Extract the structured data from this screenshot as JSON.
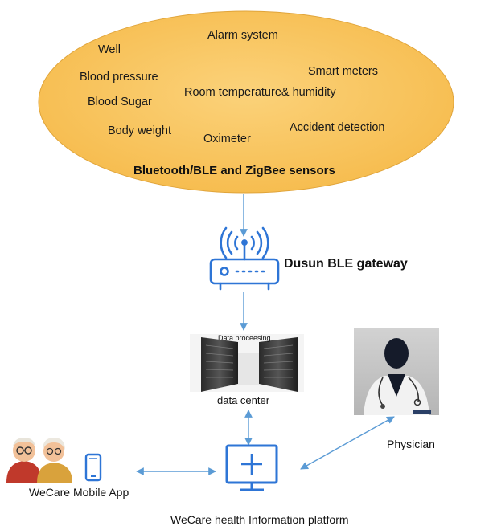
{
  "sensors": {
    "items": [
      "Alarm system",
      "Well",
      "Smart meters",
      "Blood pressure",
      "Room temperature& humidity",
      "Blood Sugar",
      "Accident detection",
      "Body weight",
      "Oximeter"
    ],
    "caption": "Bluetooth/BLE and ZigBee sensors"
  },
  "gateway": {
    "label": "Dusun BLE gateway"
  },
  "datacenter": {
    "inner_label": "Data proceesing",
    "label": "data center"
  },
  "physician": {
    "label": "Physician"
  },
  "mobile": {
    "label": "WeCare Mobile App"
  },
  "platform": {
    "label": "WeCare health Information platform"
  },
  "colors": {
    "ellipse_fill": "#f9c55e",
    "ellipse_stroke": "#e0a43a",
    "arrow": "#5b9bd5",
    "icon_blue": "#2e75d6",
    "physician_bg": "#c8c8c8"
  }
}
